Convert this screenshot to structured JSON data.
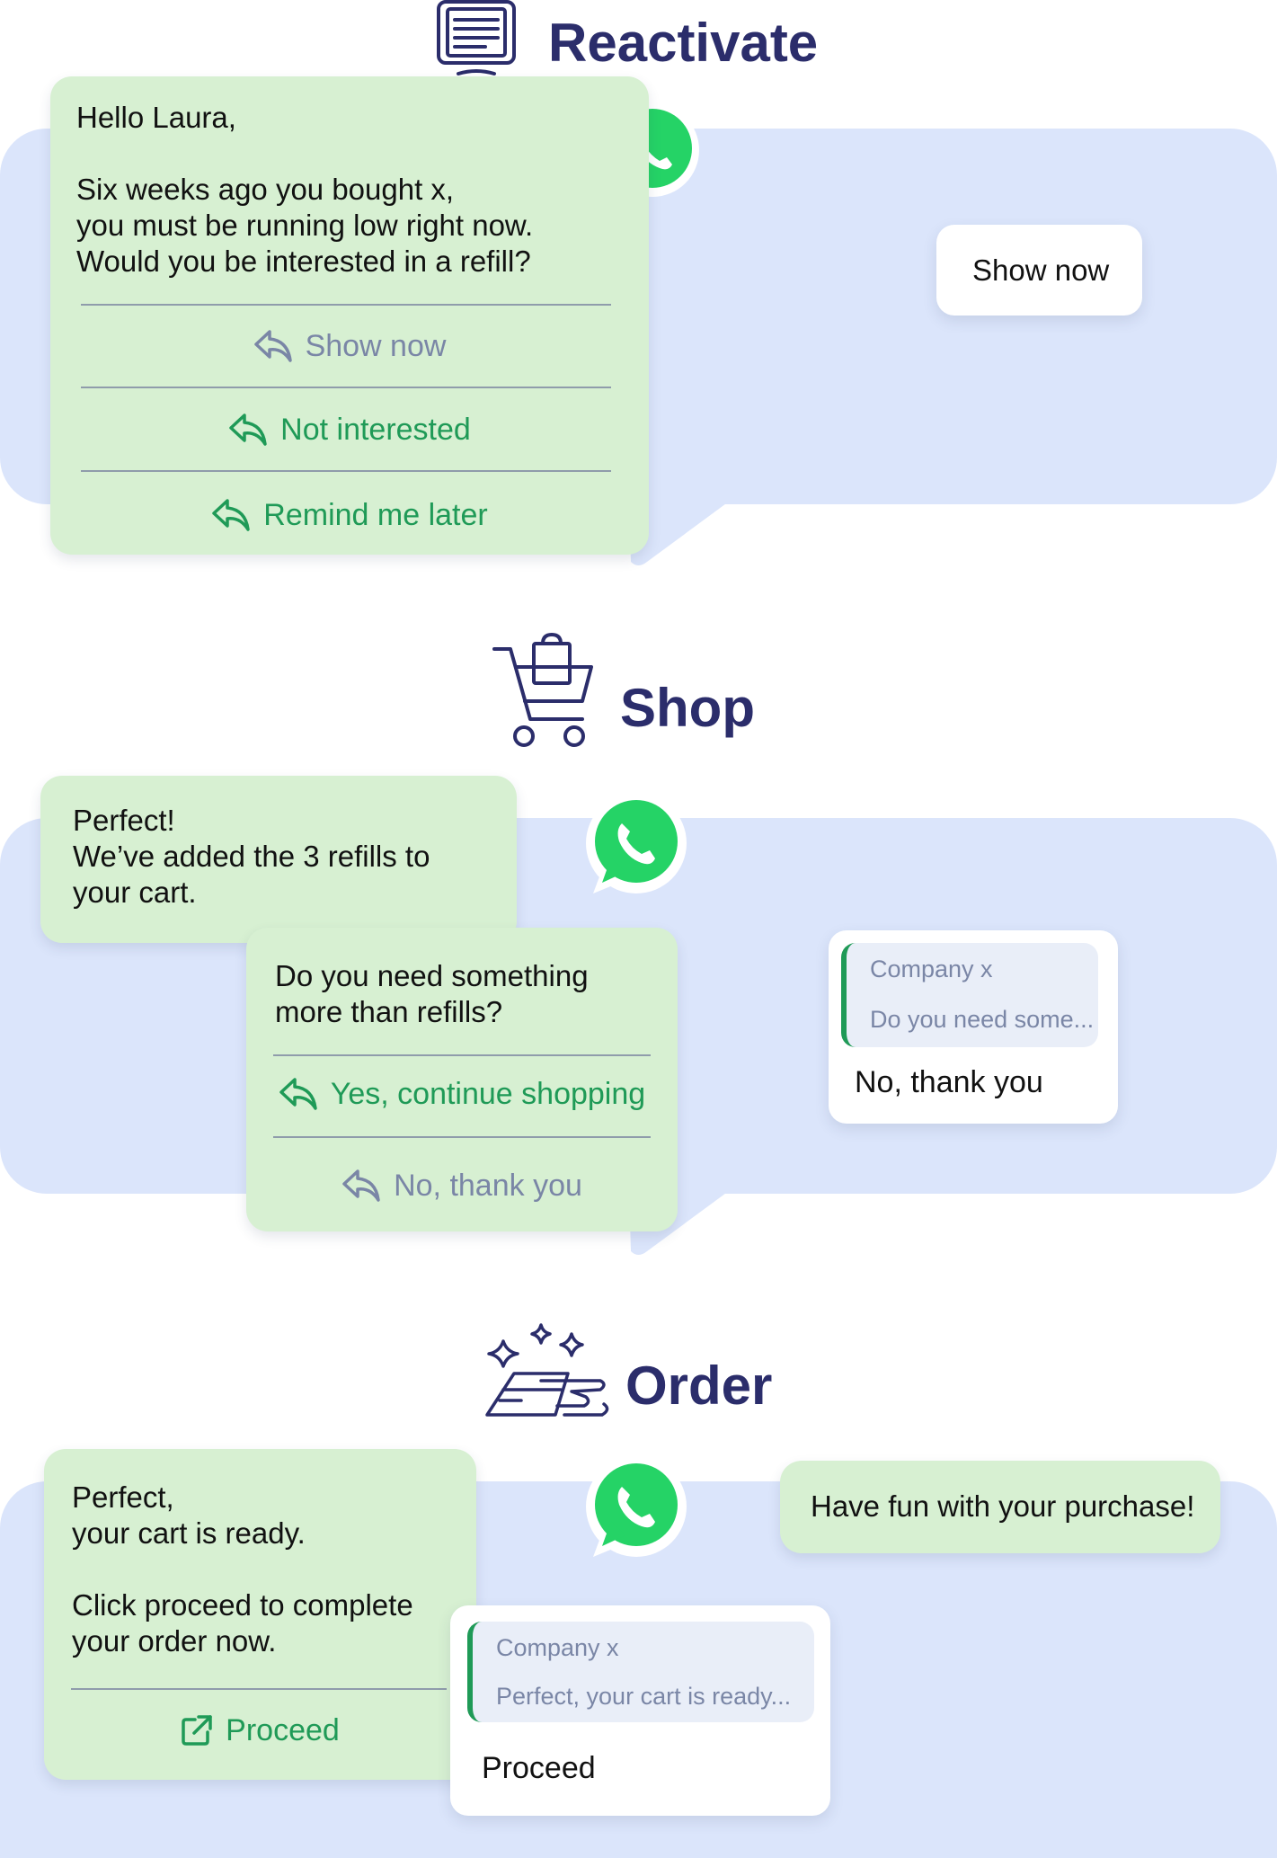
{
  "colors": {
    "panel": "#dbe5fb",
    "bubble": "#d7f0d2",
    "heading": "#2b2d6b",
    "action_green": "#1f9a57",
    "action_gray": "#7a86a6",
    "whatsapp": "#25d366"
  },
  "sections": {
    "reactivate": {
      "title": "Reactivate",
      "icon": "computer-screen-icon",
      "message": "Hello Laura,\n\nSix weeks ago you bought x,\nyou must be running low right now.\nWould you be interested in a refill?",
      "actions": [
        {
          "label": "Show now",
          "icon": "reply-icon",
          "state": "selected"
        },
        {
          "label": "Not interested",
          "icon": "reply-icon",
          "state": "default"
        },
        {
          "label": "Remind me later",
          "icon": "reply-icon",
          "state": "default"
        }
      ],
      "user_reply": "Show now"
    },
    "shop": {
      "title": "Shop",
      "icon": "shopping-cart-icon",
      "message1": "Perfect!\nWe’ve added the 3 refills to\nyour cart.",
      "message2": "Do you need something\nmore than refills?",
      "actions": [
        {
          "label": "Yes, continue shopping",
          "icon": "reply-icon",
          "state": "default"
        },
        {
          "label": "No, thank you",
          "icon": "reply-icon",
          "state": "selected"
        }
      ],
      "quoted_sender": "Company x",
      "quoted_text": "Do you need some...",
      "user_reply": "No, thank you"
    },
    "order": {
      "title": "Order",
      "icon": "card-payment-sparkle-icon",
      "message": "Perfect,\nyour cart is ready.\n\nClick proceed to complete\nyour order now.",
      "action": {
        "label": "Proceed",
        "icon": "external-link-icon"
      },
      "quoted_sender": "Company x",
      "quoted_text": "Perfect, your cart is ready...",
      "user_reply": "Proceed",
      "final_message": "Have fun with your purchase!"
    }
  }
}
